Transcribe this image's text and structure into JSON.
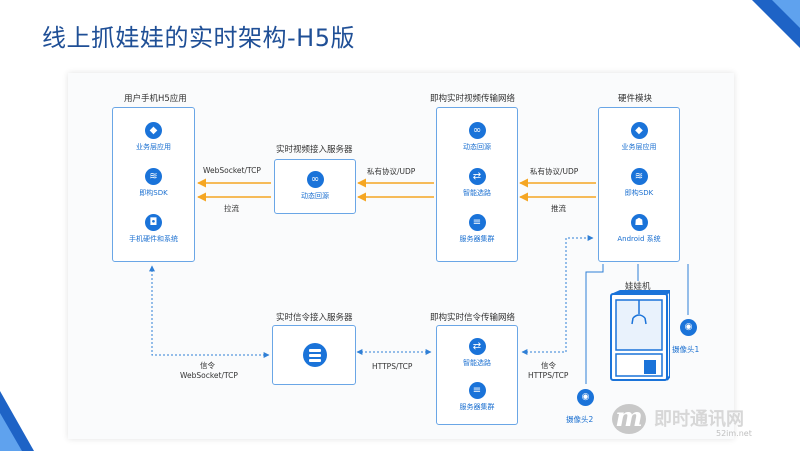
{
  "slide": {
    "title": "线上抓娃娃的实时架构-H5版"
  },
  "user_phone": {
    "title": "用户手机H5应用",
    "items": [
      {
        "label": "业务层应用",
        "icon": "cube-icon"
      },
      {
        "label": "即构SDK",
        "icon": "stack-layers-icon"
      },
      {
        "label": "手机硬件和系统",
        "icon": "box-3d-icon"
      }
    ]
  },
  "video_access": {
    "title": "实时视频接入服务器",
    "item": {
      "label": "动态回源",
      "icon": "infinity-icon"
    }
  },
  "video_network": {
    "title": "即构实时视频传输网络",
    "items": [
      {
        "label": "动态回源",
        "icon": "infinity-icon"
      },
      {
        "label": "智能选路",
        "icon": "route-icon"
      },
      {
        "label": "服务器集群",
        "icon": "server-stack-icon"
      }
    ]
  },
  "hardware": {
    "title": "硬件模块",
    "items": [
      {
        "label": "业务层应用",
        "icon": "cube-icon"
      },
      {
        "label": "即构SDK",
        "icon": "stack-layers-icon"
      },
      {
        "label": "Android 系统",
        "icon": "android-icon"
      }
    ]
  },
  "signal_access": {
    "title": "实时信令接入服务器",
    "icon": "server-rack-icon"
  },
  "signal_network": {
    "title": "即构实时信令传输网络",
    "items": [
      {
        "label": "智能选路",
        "icon": "route-icon"
      },
      {
        "label": "服务器集群",
        "icon": "server-stack-icon"
      }
    ]
  },
  "claw_machine": {
    "title": "娃娃机",
    "cameras": [
      {
        "label": "摄像头1"
      },
      {
        "label": "摄像头2"
      }
    ]
  },
  "arrows": {
    "websocket_tcp": "WebSocket/TCP",
    "pull_stream": "拉流",
    "private_udp_1": "私有协议/UDP",
    "private_udp_2": "私有协议/UDP",
    "push_stream": "推流",
    "signal_left_1": "信令",
    "signal_left_2": "WebSocket/TCP",
    "https_tcp_mid": "HTTPS/TCP",
    "signal_right_1": "信令",
    "signal_right_2": "HTTPS/TCP"
  },
  "watermark": {
    "logo": "m",
    "text": "即时通讯网",
    "url": "52im.net"
  },
  "colors": {
    "title": "#1f4f96",
    "accent": "#1a73d9",
    "box_border": "#6aa6e6",
    "arrow_orange": "#f5a623",
    "line_blue": "#2f7fd6"
  }
}
